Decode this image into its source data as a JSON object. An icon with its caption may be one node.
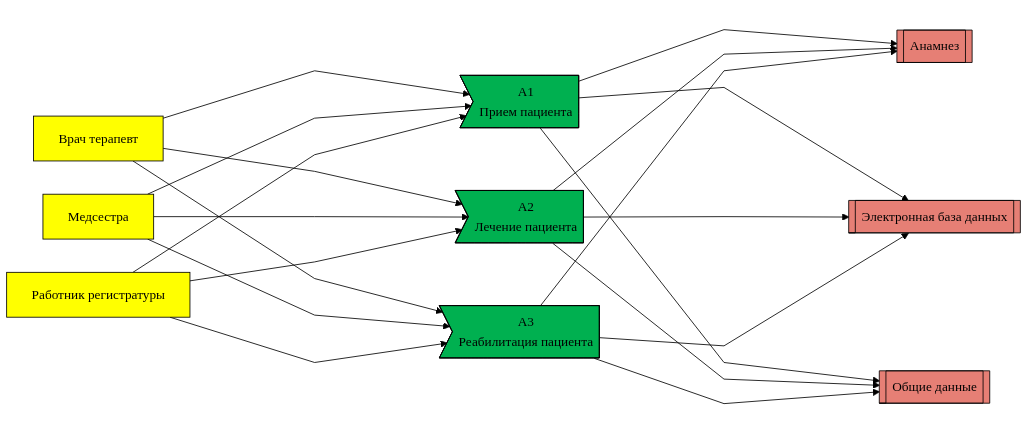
{
  "diagram": {
    "nodes": [
      {
        "text": [
          "Врач терапевт"
        ]
      },
      {
        "text": [
          "Медсестра"
        ]
      },
      {
        "text": [
          "Работник регистратуры"
        ]
      },
      {
        "text": [
          "A1",
          "Прием пациента"
        ]
      },
      {
        "text": [
          "A2",
          "Лечение пациента"
        ]
      },
      {
        "text": [
          "A3",
          "Реабилитация пациента"
        ]
      },
      {
        "text": [
          "Анамнез"
        ]
      },
      {
        "text": [
          "Электронная база данных"
        ]
      },
      {
        "text": [
          "Общие данные"
        ]
      }
    ],
    "edges": [
      {
        "from": 0,
        "to": 3,
        "arrow": "to"
      },
      {
        "from": 0,
        "to": 4,
        "arrow": "to"
      },
      {
        "from": 0,
        "to": 5,
        "arrow": "to"
      },
      {
        "from": 1,
        "to": 3,
        "arrow": "to"
      },
      {
        "from": 1,
        "to": 4,
        "arrow": "to"
      },
      {
        "from": 1,
        "to": 5,
        "arrow": "to"
      },
      {
        "from": 2,
        "to": 3,
        "arrow": "to"
      },
      {
        "from": 2,
        "to": 4,
        "arrow": "to"
      },
      {
        "from": 2,
        "to": 5,
        "arrow": "to"
      },
      {
        "from": 3,
        "to": 6,
        "arrow": "to"
      },
      {
        "from": 3,
        "to": 7,
        "arrow": "to"
      },
      {
        "from": 3,
        "to": 8,
        "arrow": "to"
      },
      {
        "from": 4,
        "to": 6,
        "arrow": "to"
      },
      {
        "from": 4,
        "to": 7,
        "arrow": "to"
      },
      {
        "from": 4,
        "to": 8,
        "arrow": "to"
      },
      {
        "from": 5,
        "to": 6,
        "arrow": "to"
      },
      {
        "from": 5,
        "to": 7,
        "arrow": "to"
      },
      {
        "from": 5,
        "to": 8,
        "arrow": "to"
      }
    ]
  }
}
